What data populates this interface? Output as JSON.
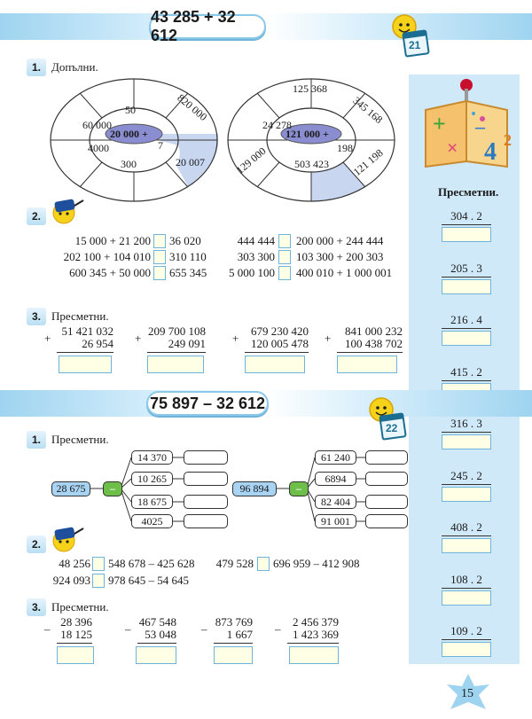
{
  "header1": {
    "title": "43 285 + 32 612",
    "badge": "21"
  },
  "header2": {
    "title": "75 897 – 32 612",
    "badge": "22"
  },
  "page_number": "15",
  "s1": {
    "task1": {
      "num": "1.",
      "label": "Допълни.",
      "ellipse_a": {
        "center": "20 000 +",
        "inner": [
          "60 000",
          "4000",
          "300",
          "7"
        ],
        "outer": [
          "50",
          "820 000",
          "20 007"
        ]
      },
      "ellipse_b": {
        "center": "121 000 +",
        "inner": [
          "24 278",
          "503 423",
          "198"
        ],
        "outer": [
          "125 368",
          "345 168",
          "121 198",
          "129 000"
        ]
      }
    },
    "task2": {
      "num": "2.",
      "left": [
        {
          "expr": "15 000 + 21 200",
          "value": "36 020"
        },
        {
          "expr": "202 100 + 104 010",
          "value": "310 110"
        },
        {
          "expr": "600 345 + 50 000",
          "value": "655 345"
        }
      ],
      "right": [
        {
          "value": "444 444",
          "expr": "200 000 + 244 444"
        },
        {
          "value": "303 300",
          "expr": "103 300 + 200 303"
        },
        {
          "value": "5 000 100",
          "expr": "400 010 + 1 000 001"
        }
      ]
    },
    "task3": {
      "num": "3.",
      "label": "Пресметни.",
      "sign": "+",
      "items": [
        {
          "a": "51 421 032",
          "b": "26 954"
        },
        {
          "a": "209 700 108",
          "b": "249 091"
        },
        {
          "a": "679 230 420",
          "b": "120 005 478"
        },
        {
          "a": "841 000 232",
          "b": "100 438 702"
        }
      ]
    }
  },
  "s2": {
    "task1": {
      "num": "1.",
      "label": "Пресметни.",
      "left": {
        "start": "28 675",
        "op": "–",
        "targets": [
          "14 370",
          "10 265",
          "18 675",
          "4025"
        ]
      },
      "right": {
        "start": "96 894",
        "op": "–",
        "targets": [
          "61 240",
          "6894",
          "82 404",
          "91 001"
        ]
      }
    },
    "task2": {
      "num": "2.",
      "left": [
        {
          "value": "48 256",
          "expr": "548 678 – 425 628"
        },
        {
          "value": "924 093",
          "expr": "978 645 – 54 645"
        }
      ],
      "right": [
        {
          "value": "479 528",
          "expr": "696 959 – 412 908"
        }
      ]
    },
    "task3": {
      "num": "3.",
      "label": "Пресметни.",
      "sign": "–",
      "items": [
        {
          "a": "28 396",
          "b": "18 125"
        },
        {
          "a": "467 548",
          "b": "53 048"
        },
        {
          "a": "873 769",
          "b": "1 667"
        },
        {
          "a": "2 456 379",
          "b": "1 423 369"
        }
      ]
    }
  },
  "sidebar": {
    "title": "Пресметни.",
    "items": [
      "304 . 2",
      "205 . 3",
      "216 . 4",
      "415 . 2",
      "316 . 3",
      "245 . 2",
      "408 . 2",
      "108 . 2",
      "109 . 2"
    ]
  }
}
